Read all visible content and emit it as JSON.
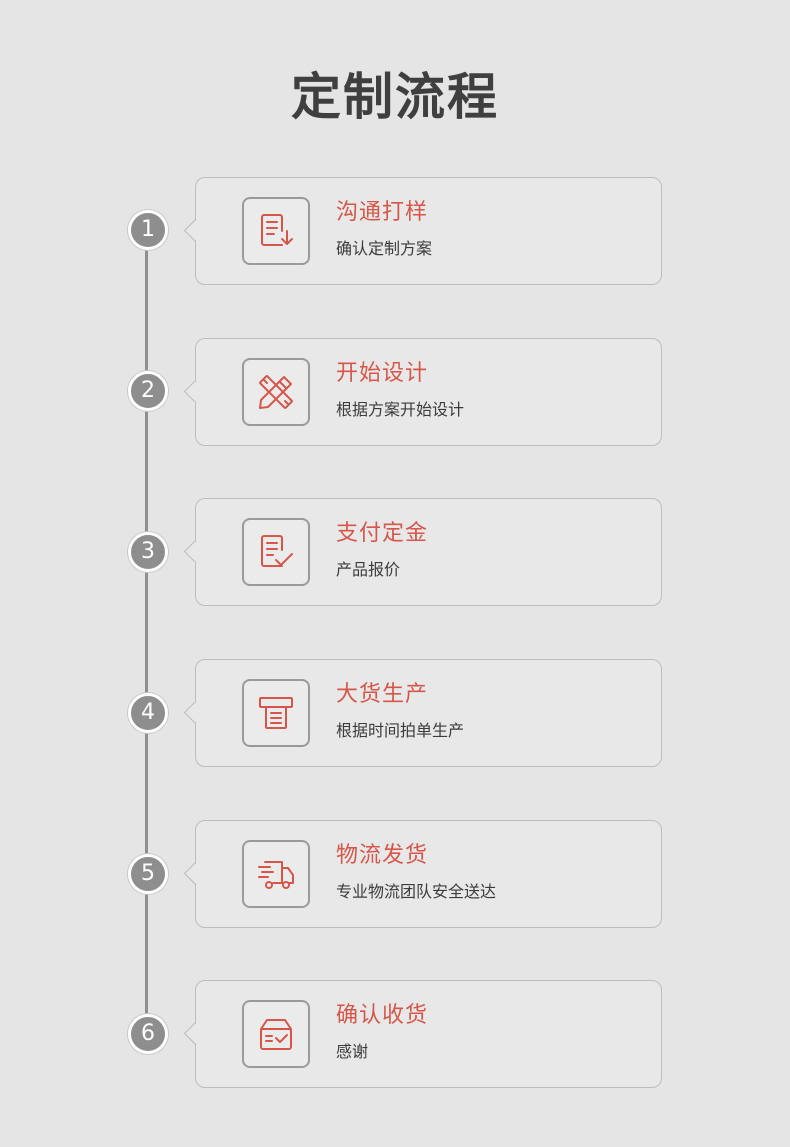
{
  "page": {
    "title": "定制流程"
  },
  "colors": {
    "accent": "#d6574a",
    "badge": "#8e8e8e",
    "line": "#8f8f8f"
  },
  "steps": [
    {
      "number": "1",
      "title": "沟通打样",
      "desc": "确认定制方案",
      "icon": "document-download-icon"
    },
    {
      "number": "2",
      "title": "开始设计",
      "desc": "根据方案开始设计",
      "icon": "ruler-pencil-icon"
    },
    {
      "number": "3",
      "title": "支付定金",
      "desc": "产品报价",
      "icon": "document-check-icon"
    },
    {
      "number": "4",
      "title": "大货生产",
      "desc": "根据时间拍单生产",
      "icon": "printer-icon"
    },
    {
      "number": "5",
      "title": "物流发货",
      "desc": "专业物流团队安全送达",
      "icon": "delivery-truck-icon"
    },
    {
      "number": "6",
      "title": "确认收货",
      "desc": "感谢",
      "icon": "box-check-icon"
    }
  ]
}
